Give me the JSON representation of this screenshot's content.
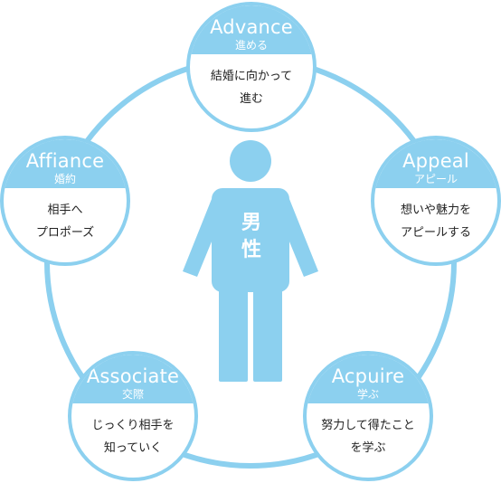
{
  "center": {
    "label_line1": "男",
    "label_line2": "性"
  },
  "nodes": [
    {
      "key": "advance",
      "title": "Advance",
      "subtitle": "進める",
      "lines": [
        "結婚に向かって",
        "進む"
      ]
    },
    {
      "key": "appeal",
      "title": "Appeal",
      "subtitle": "アピール",
      "lines": [
        "想いや魅力を",
        "アピールする"
      ]
    },
    {
      "key": "acpuire",
      "title": "Acpuire",
      "subtitle": "学ぶ",
      "lines": [
        "努力して得たこと",
        "を学ぶ"
      ]
    },
    {
      "key": "associate",
      "title": "Associate",
      "subtitle": "交際",
      "lines": [
        "じっくり相手を",
        "知っていく"
      ]
    },
    {
      "key": "affiance",
      "title": "Affiance",
      "subtitle": "婚約",
      "lines": [
        "相手へ",
        "プロポーズ"
      ]
    }
  ],
  "colors": {
    "accent": "#8cd0ef",
    "text": "#222222",
    "background": "#ffffff"
  }
}
